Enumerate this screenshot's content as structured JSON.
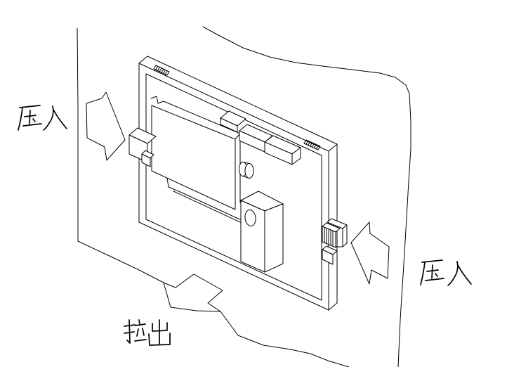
{
  "labels": {
    "press_in_left": "压入",
    "press_in_right": "压入",
    "pull_out": "拉出"
  },
  "colors": {
    "line": "#000000",
    "background": "#ffffff"
  }
}
